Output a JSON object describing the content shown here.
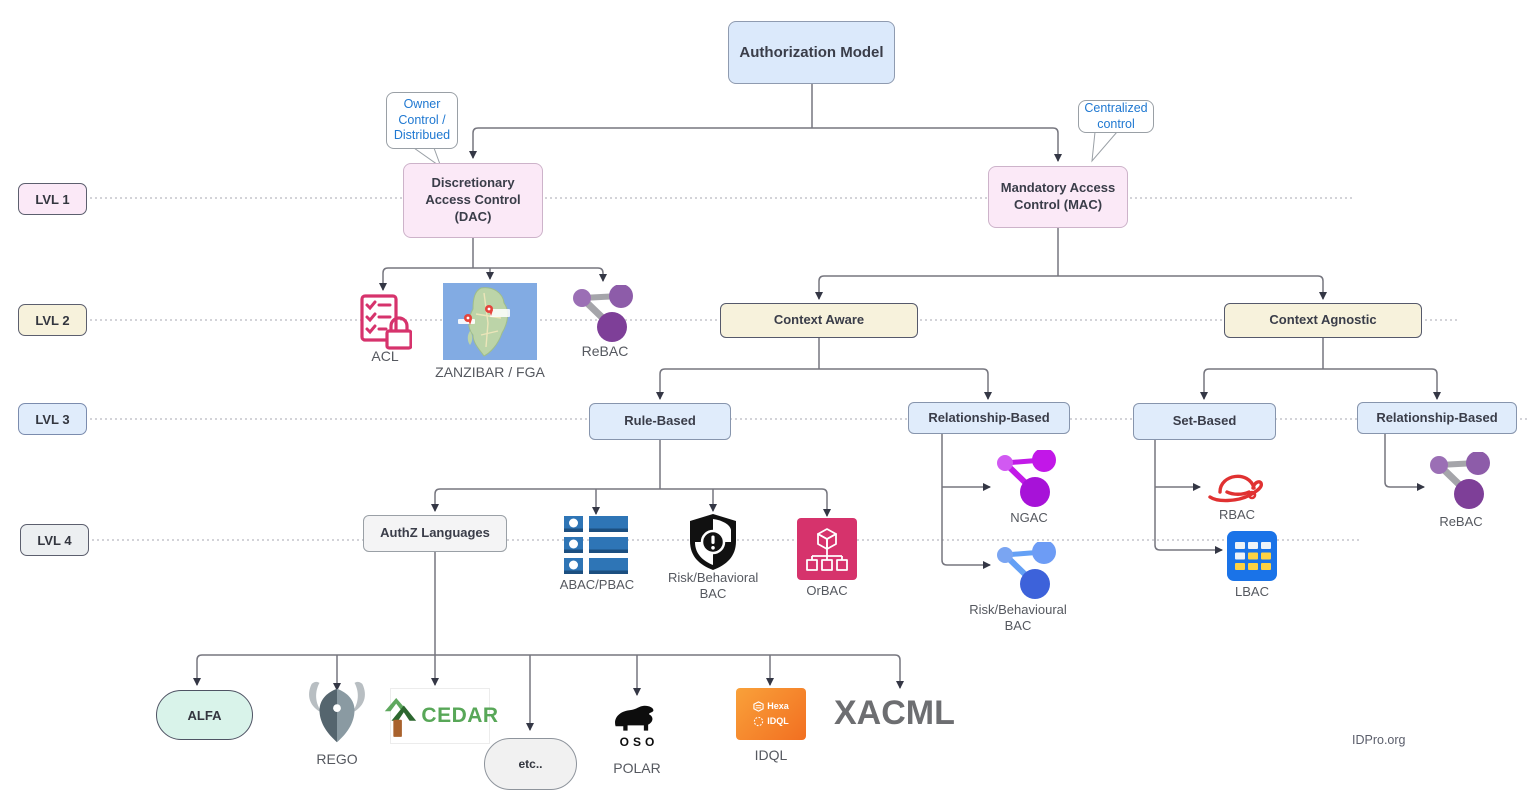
{
  "root": {
    "label": "Authorization Model"
  },
  "callouts": {
    "owner": "Owner Control / Distribued",
    "centralized": "Centralized control"
  },
  "levels": [
    {
      "label": "LVL 1"
    },
    {
      "label": "LVL 2"
    },
    {
      "label": "LVL 3"
    },
    {
      "label": "LVL 4"
    }
  ],
  "lvl1": {
    "dac": "Discretionary Access Control (DAC)",
    "mac": "Mandatory Access Control (MAC)"
  },
  "lvl2": {
    "acl": "ACL",
    "zanzibar": "ZANZIBAR / FGA",
    "rebac": "ReBAC",
    "context_aware": "Context Aware",
    "context_agnostic": "Context Agnostic"
  },
  "lvl3": {
    "rule_based": "Rule-Based",
    "relationship_based_left": "Relationship-Based",
    "set_based": "Set-Based",
    "relationship_based_right": "Relationship-Based"
  },
  "lvl4": {
    "authz_languages": "AuthZ Languages",
    "abac_pbac": "ABAC/PBAC",
    "risk_behavioral": "Risk/Behavioral BAC",
    "orbac": "OrBAC",
    "ngac": "NGAC",
    "risk_behavioural": "Risk/Behavioural BAC",
    "rbac": "RBAC",
    "lbac": "LBAC",
    "rebac": "ReBAC"
  },
  "languages": {
    "alfa": "ALFA",
    "rego": "REGO",
    "cedar": "CEDAR",
    "etc": "etc..",
    "oso": "OSO",
    "polar": "POLAR",
    "hexa": "Hexa",
    "idql_box": "IDQL",
    "idql_label": "IDQL",
    "xacml": "XACML"
  },
  "footer": {
    "credit": "IDPro.org"
  },
  "colors": {
    "root_fill": "#dbe9fb",
    "lvl1_fill": "#fbe9f7",
    "lvl2_fill": "#f7f2dc",
    "lvl3_fill": "#e0ecfb",
    "lvl4_fill": "#f4f4f5",
    "alfa_mint": "#d9f3ea",
    "connector_gray": "#76767f",
    "callout_blue": "#1f78d1",
    "acl_orbac_pink": "#d6336c",
    "rebac_purple": "#7e3f98",
    "ngac_magenta": "#c217e8",
    "risk_bac_blue": "#3d62da",
    "redhat_red": "#e03131",
    "lbac_blue": "#1a73e8",
    "abac_blue": "#2e75b6",
    "idql_orange": "#f26f21",
    "xacml_gray": "#6d6e71"
  },
  "icons": {
    "acl-icon": "checklist-with-lock",
    "zanzibar-map-icon": "island-map-with-pins",
    "rebac-graph-icon": "three-connected-purple-nodes",
    "ngac-graph-icon": "three-connected-magenta-nodes",
    "risk-bac-graph-icon": "three-connected-blue-nodes",
    "abac-grid-icon": "blue-attribute-blocks",
    "risk-shield-icon": "black-shield-exclamation",
    "orbac-icon": "pink-cube-org-chart",
    "rbac-redhat-icon": "red-hat",
    "lbac-grid-icon": "blue-lattice-table",
    "rego-helmet-icon": "gray-horned-helmet",
    "cedar-trees-icon": "green-cedar-trees",
    "oso-bear-icon": "black-polar-bear",
    "hexa-stack-icon": "stacked-hexagon",
    "idql-ring-icon": "dotted-ring"
  }
}
